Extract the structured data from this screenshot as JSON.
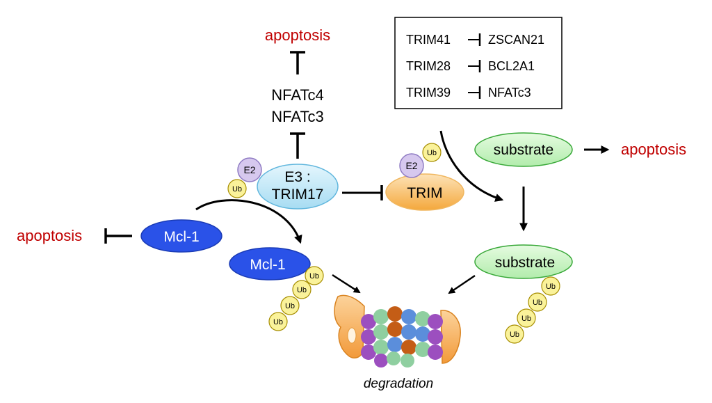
{
  "labels": {
    "apoptosis_top": "apoptosis",
    "apoptosis_left": "apoptosis",
    "apoptosis_right": "apoptosis",
    "nfatc4": "NFATc4",
    "nfatc3": "NFATc3",
    "e3_line1": "E3 :",
    "e3_line2": "TRIM17",
    "trim": "TRIM",
    "mcl1": "Mcl-1",
    "mcl1_ub": "Mcl-1",
    "substrate_top": "substrate",
    "substrate_ub": "substrate",
    "degradation": "degradation",
    "e2": "E2",
    "ub": "Ub"
  },
  "box": {
    "rows": [
      {
        "trim": "TRIM41",
        "target": "ZSCAN21"
      },
      {
        "trim": "TRIM28",
        "target": "BCL2A1"
      },
      {
        "trim": "TRIM39",
        "target": "NFATc3"
      }
    ]
  },
  "colors": {
    "apoptosis_red": "#c00000",
    "mcl1_blue": "#2a52e8",
    "trim17_cyan": "#bfe8f8",
    "trim_orange": "#f6b24f",
    "substrate_green": "#c8f4c0",
    "e2_lavender": "#d6c8ee",
    "ub_yellow": "#faf29a"
  }
}
